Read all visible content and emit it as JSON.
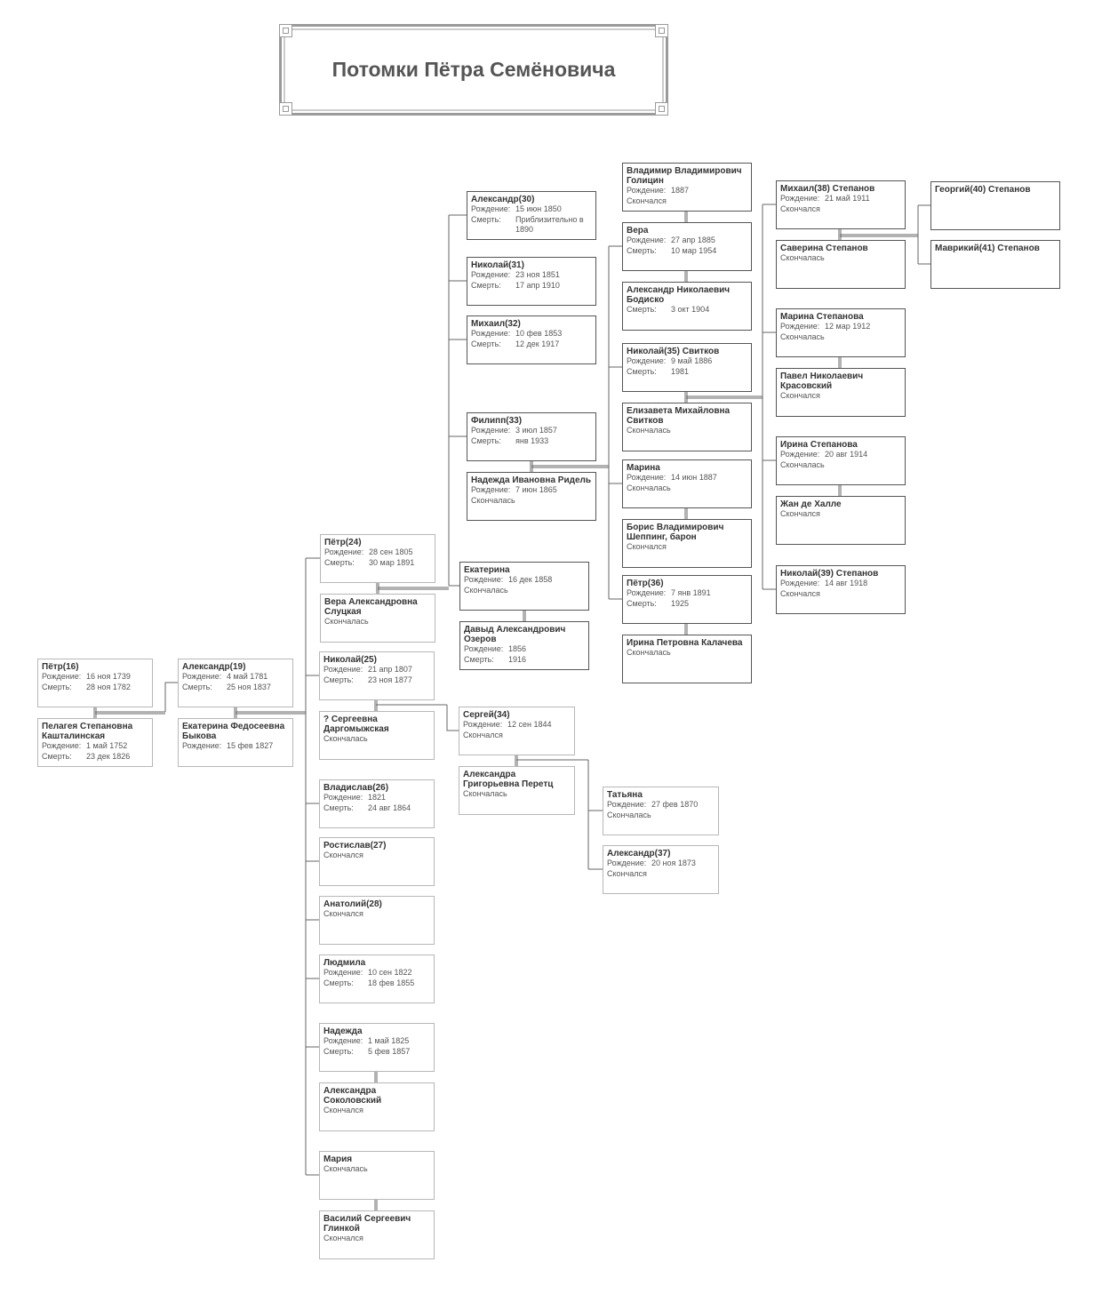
{
  "title": "Потомки Пётра Семёновича",
  "labels": {
    "birth": "Рождение:",
    "death": "Смерть:"
  },
  "people": [
    {
      "id": "p16",
      "name": "Пётр(16)",
      "birth": "16 ноя 1739",
      "death": "28 ноя 1782"
    },
    {
      "id": "pelageya",
      "name": "Пелагея Степановна Кашталинская",
      "birth": "1 май 1752",
      "death": "23 дек 1826"
    },
    {
      "id": "a19",
      "name": "Александр(19)",
      "birth": "4 май 1781",
      "death": "25 ноя 1837"
    },
    {
      "id": "ekaterina_b",
      "name": "Екатерина Федосеевна Быкова",
      "birth": "15 фев 1827"
    },
    {
      "id": "p24",
      "name": "Пётр(24)",
      "birth": "28 сен 1805",
      "death": "30 мар 1891"
    },
    {
      "id": "vera_s",
      "name": "Вера Александровна Слуцкая",
      "status": "Скончалась"
    },
    {
      "id": "n25",
      "name": "Николай(25)",
      "birth": "21 апр 1807",
      "death": "23 ноя 1877"
    },
    {
      "id": "sergeevna",
      "name": "? Сергеевна Даргомыжская",
      "status": "Скончалась"
    },
    {
      "id": "v26",
      "name": "Владислав(26)",
      "birth": "1821",
      "death": "24 авг 1864"
    },
    {
      "id": "r27",
      "name": "Ростислав(27)",
      "status": "Скончался"
    },
    {
      "id": "an28",
      "name": "Анатолий(28)",
      "status": "Скончался"
    },
    {
      "id": "lyudmila",
      "name": "Людмила",
      "birth": "10 сен 1822",
      "death": "18 фев 1855"
    },
    {
      "id": "nadezhda",
      "name": "Надежда",
      "birth": "1 май 1825",
      "death": "5 фев 1857"
    },
    {
      "id": "sokolovsky",
      "name": "Александра Соколовский",
      "status": "Скончался"
    },
    {
      "id": "mariya",
      "name": "Мария",
      "status": "Скончалась"
    },
    {
      "id": "glinka",
      "name": "Василий Сергеевич Глинкой",
      "status": "Скончался"
    },
    {
      "id": "a30",
      "name": "Александр(30)",
      "birth": "15 июн 1850",
      "death": "Приблизительно в 1890"
    },
    {
      "id": "n31",
      "name": "Николай(31)",
      "birth": "23 ноя 1851",
      "death": "17 апр 1910"
    },
    {
      "id": "m32",
      "name": "Михаил(32)",
      "birth": "10 фев 1853",
      "death": "12 дек 1917"
    },
    {
      "id": "f33",
      "name": "Филипп(33)",
      "birth": "3 июл 1857",
      "death": "янв 1933"
    },
    {
      "id": "ridel",
      "name": "Надежда Ивановна Ридель",
      "birth": "7 июн 1865",
      "status": "Скончалась"
    },
    {
      "id": "ekaterina",
      "name": "Екатерина",
      "birth": "16 дек 1858",
      "status": "Скончалась"
    },
    {
      "id": "ozerov",
      "name": "Давыд Александрович Озеров",
      "birth": "1856",
      "death": "1916"
    },
    {
      "id": "s34",
      "name": "Сергей(34)",
      "birth": "12 сен 1844",
      "status": "Скончался"
    },
    {
      "id": "perets",
      "name": "Александра Григорьевна Перетц",
      "status": "Скончалась"
    },
    {
      "id": "tatyana",
      "name": "Татьяна",
      "birth": "27 фев 1870",
      "status": "Скончалась"
    },
    {
      "id": "a37",
      "name": "Александр(37)",
      "birth": "20 ноя 1873",
      "status": "Скончался"
    },
    {
      "id": "golitsyn",
      "name": "Владимир Владимирович Голицин",
      "birth": "1887",
      "status": "Скончался"
    },
    {
      "id": "vera",
      "name": "Вера",
      "birth": "27 апр 1885",
      "death": "10 мар 1954"
    },
    {
      "id": "bodisko",
      "name": "Александр Николаевич Бодиско",
      "death": "3 окт 1904"
    },
    {
      "id": "n35",
      "name": "Николай(35) Свитков",
      "birth": "9 май 1886",
      "death": "1981"
    },
    {
      "id": "elizaveta",
      "name": "Елизавета Михайловна Свитков",
      "status": "Скончалась"
    },
    {
      "id": "marina",
      "name": "Марина",
      "birth": "14 июн 1887",
      "status": "Скончалась"
    },
    {
      "id": "shepping",
      "name": "Борис Владимирович Шеппинг, барон",
      "status": "Скончался"
    },
    {
      "id": "p36",
      "name": "Пётр(36)",
      "birth": "7 янв 1891",
      "death": "1925"
    },
    {
      "id": "kalacheva",
      "name": "Ирина Петровна Калачева",
      "status": "Скончалась"
    },
    {
      "id": "m38",
      "name": "Михаил(38) Степанов",
      "birth": "21 май 1911",
      "status": "Скончался"
    },
    {
      "id": "saverina",
      "name": "Саверина Степанов",
      "status": "Скончалась"
    },
    {
      "id": "marina_s",
      "name": "Марина Степанова",
      "birth": "12 мар 1912",
      "status": "Скончалась"
    },
    {
      "id": "krasovsky",
      "name": "Павел Николаевич Красовский",
      "status": "Скончался"
    },
    {
      "id": "irina_s",
      "name": "Ирина Степанова",
      "birth": "20 авг 1914",
      "status": "Скончалась"
    },
    {
      "id": "jean",
      "name": "Жан де Халле",
      "status": "Скончался"
    },
    {
      "id": "n39",
      "name": "Николай(39) Степанов",
      "birth": "14 авг 1918",
      "status": "Скончался"
    },
    {
      "id": "g40",
      "name": "Георгий(40) Степанов"
    },
    {
      "id": "m41",
      "name": "Маврикий(41) Степанов"
    }
  ]
}
